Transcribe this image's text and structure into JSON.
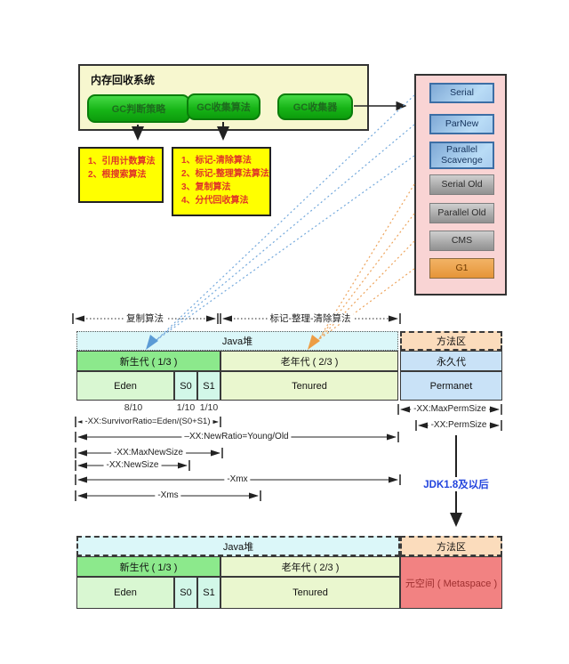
{
  "memory_system": {
    "title": "内存回收系统",
    "buttons": [
      {
        "label": "GC判断策略"
      },
      {
        "label": "GC收集算法"
      },
      {
        "label": "GC收集器"
      }
    ]
  },
  "strategy_list": {
    "items": [
      "1、引用计数算法",
      "2、根搜索算法"
    ]
  },
  "algorithm_list": {
    "items": [
      "1、标记-清除算法",
      "2、标记-整理算法算法",
      "3、复制算法",
      "4、分代回收算法"
    ]
  },
  "collectors": [
    {
      "label": "Serial",
      "group": "young"
    },
    {
      "label": "ParNew",
      "group": "young"
    },
    {
      "label": "Parallel Scavenge",
      "group": "young"
    },
    {
      "label": "Serial Old",
      "group": "old"
    },
    {
      "label": "Parallel Old",
      "group": "old"
    },
    {
      "label": "CMS",
      "group": "old"
    },
    {
      "label": "G1",
      "group": "g1"
    }
  ],
  "span_labels": {
    "copy_algorithm": "复制算法",
    "mark_sweep_compact": "标记-整理-清除算法"
  },
  "heap_jdk7": {
    "java_heap": "Java堆",
    "method_area": "方法区",
    "young_gen": "新生代 ( 1/3 )",
    "old_gen": "老年代 ( 2/3 )",
    "perm_gen": "永久代",
    "eden": "Eden",
    "s0": "S0",
    "s1": "S1",
    "tenured": "Tenured",
    "permanent": "Permanet",
    "eden_ratio": "8/10",
    "s0_ratio": "1/10",
    "s1_ratio": "1/10"
  },
  "jvm_flags": {
    "max_perm_size": "-XX:MaxPermSize",
    "survivor_ratio": "-XX:SurvivorRatio=Eden/(S0+S1)",
    "perm_size": "-XX:PermSize",
    "new_ratio": "–XX:NewRatio=Young/Old",
    "max_new_size": "-XX:MaxNewSize",
    "new_size": "-XX:NewSize",
    "xmx": "-Xmx",
    "xms": "-Xms"
  },
  "jdk18_label": "JDK1.8及以后",
  "heap_jdk8": {
    "java_heap": "Java堆",
    "method_area": "方法区",
    "young_gen": "新生代 ( 1/3 )",
    "old_gen": "老年代 ( 2/3 )",
    "eden": "Eden",
    "s0": "S0",
    "s1": "S1",
    "tenured": "Tenured",
    "metaspace": "元空间 ( Metaspace )"
  },
  "colors": {
    "system_panel_yellow": "#f7f7cf",
    "list_yellow": "#ffff00",
    "list_text_red": "#e03527",
    "button_green": "#17b517",
    "collectors_panel_pink": "#f9d4d4",
    "collector_young_blue": "#9cc4e8",
    "collector_old_gray": "#a8a8a8",
    "collector_g1_orange": "#eda24d",
    "heap_header_cyan": "#dbf7f9",
    "method_area_peach": "#fbdcbc",
    "young_gen_green": "#8ce98c",
    "old_gen_pale": "#eaf7cf",
    "eden_green": "#d9f7d2",
    "survivor_teal": "#d2f7e8",
    "perm_blue": "#c9e2f7",
    "metaspace_red": "#f28282",
    "jdk_label_blue": "#2244dd",
    "wire_blue": "#74a9dc",
    "wire_orange": "#eda45c"
  }
}
